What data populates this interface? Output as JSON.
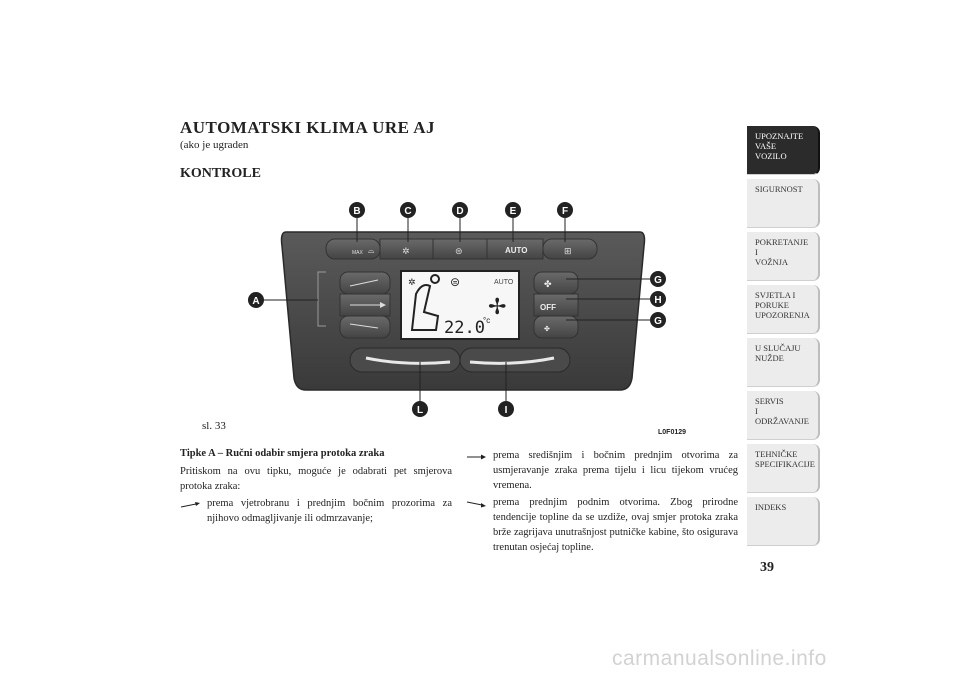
{
  "header": {
    "title": "AUTOMATSKI KLIMA URE   AJ",
    "subtitle": "(ako je ugraden",
    "section": "KONTROLE"
  },
  "figure": {
    "caption": "sl. 33",
    "code": "L0F0129",
    "callouts": {
      "a": "A",
      "b": "B",
      "c": "C",
      "d": "D",
      "e": "E",
      "f": "F",
      "g1": "G",
      "h": "H",
      "g2": "G",
      "i": "I",
      "l": "L"
    },
    "panel": {
      "max_label": "MAX",
      "auto_button": "AUTO",
      "display_auto": "AUTO",
      "off_label": "OFF",
      "temperature": "22.0",
      "unit": "°c"
    }
  },
  "content": {
    "heading": "Tipke A – Ručni odabir smjera protoka zraka",
    "intro": "Pritiskom na ovu tipku, moguće je odabrati pet smjerova protoka zraka:",
    "item1": "prema vjetrobranu i prednjim bočnim prozorima za njihovo odmagljivanje ili odmrzavanje;",
    "item2": "prema središnjim i bočnim prednjim otvorima za usmjeravanje zraka prema tijelu i licu tijekom vrućeg vremena.",
    "item3": "prema prednjim podnim otvorima. Zbog prirodne tendencije topline da se uzdiže, ovaj smjer protoka zraka brže zagrijava unutrašnjost putničke kabine, što osigurava trenutan osjećaj topline."
  },
  "sidebar": {
    "tabs": [
      "UPOZNAJTE\nVAŠE\nVOZILO",
      "SIGURNOST",
      "POKRETANJE\nI\nVOŽNJA",
      "SVJETLA I\nPORUKE\nUPOZORENJA",
      "U SLUČAJU\nNUŽDE",
      "SERVIS\nI\nODRŽAVANJE",
      "TEHNIČKE\nSPECIFIKACIJE",
      "INDEKS"
    ]
  },
  "page_number": "39",
  "watermark": "carmanualsonline.info"
}
